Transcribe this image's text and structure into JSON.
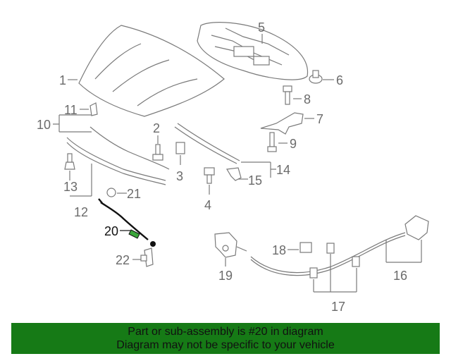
{
  "callouts": [
    "1",
    "2",
    "3",
    "4",
    "5",
    "6",
    "7",
    "8",
    "9",
    "10",
    "11",
    "12",
    "13",
    "14",
    "15",
    "16",
    "17",
    "18",
    "19",
    "20",
    "21",
    "22"
  ],
  "highlighted_callout": "20",
  "colors": {
    "banner_bg": "#167a16",
    "highlight_stroke": "#111111",
    "highlight_part": "#3aa53a",
    "line": "#7a7a7a"
  },
  "banner": {
    "line1": "Part or sub-assembly is #20 in diagram",
    "line2": "Diagram may not be specific to your vehicle"
  }
}
